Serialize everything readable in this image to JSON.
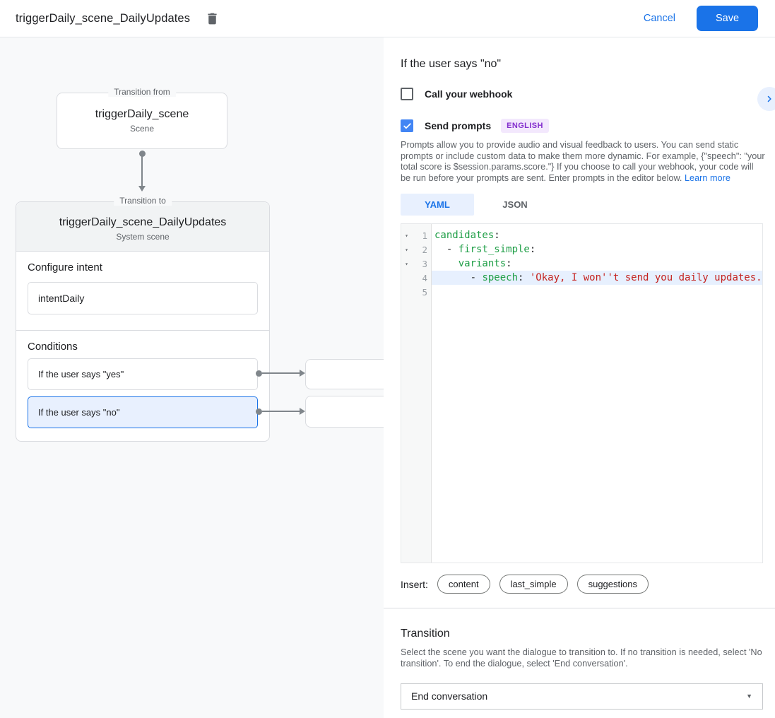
{
  "header": {
    "title": "triggerDaily_scene_DailyUpdates",
    "cancel_label": "Cancel",
    "save_label": "Save"
  },
  "diagram": {
    "from_box": {
      "legend": "Transition from",
      "title": "triggerDaily_scene",
      "subtitle": "Scene"
    },
    "to_card": {
      "legend": "Transition to",
      "title": "triggerDaily_scene_DailyUpdates",
      "subtitle": "System scene",
      "configure_intent_label": "Configure intent",
      "intent_value": "intentDaily",
      "conditions_label": "Conditions",
      "conditions": [
        {
          "label": "If the user says \"yes\"",
          "selected": false
        },
        {
          "label": "If the user says \"no\"",
          "selected": true
        }
      ]
    }
  },
  "panel": {
    "title": "If the user says \"no\"",
    "webhook_label": "Call your webhook",
    "send_prompts_label": "Send prompts",
    "language_badge": "ENGLISH",
    "description": "Prompts allow you to provide audio and visual feedback to users. You can send static prompts or include custom data to make them more dynamic. For example, {\"speech\": \"your total score is $session.params.score.\"} If you choose to call your webhook, your code will be run before your prompts are sent. Enter prompts in the editor below. ",
    "learn_more_label": "Learn more",
    "tabs": [
      {
        "label": "YAML",
        "active": true
      },
      {
        "label": "JSON",
        "active": false
      }
    ],
    "editor": {
      "lines": [
        {
          "num": 1,
          "fold": true,
          "highlight": false,
          "tokens": [
            {
              "t": "candidates",
              "c": "key"
            },
            {
              "t": ":",
              "c": "plain"
            }
          ]
        },
        {
          "num": 2,
          "fold": true,
          "highlight": false,
          "tokens": [
            {
              "t": "  - ",
              "c": "plain"
            },
            {
              "t": "first_simple",
              "c": "key"
            },
            {
              "t": ":",
              "c": "plain"
            }
          ]
        },
        {
          "num": 3,
          "fold": true,
          "highlight": false,
          "tokens": [
            {
              "t": "    ",
              "c": "plain"
            },
            {
              "t": "variants",
              "c": "key"
            },
            {
              "t": ":",
              "c": "plain"
            }
          ]
        },
        {
          "num": 4,
          "fold": false,
          "highlight": true,
          "tokens": [
            {
              "t": "      - ",
              "c": "plain"
            },
            {
              "t": "speech",
              "c": "key"
            },
            {
              "t": ": ",
              "c": "plain"
            },
            {
              "t": "'Okay, I won''t send you daily updates.'",
              "c": "string"
            }
          ]
        },
        {
          "num": 5,
          "fold": false,
          "highlight": false,
          "tokens": []
        }
      ]
    },
    "insert_label": "Insert:",
    "insert_chips": [
      "content",
      "last_simple",
      "suggestions"
    ],
    "transition": {
      "title": "Transition",
      "description": "Select the scene you want the dialogue to transition to. If no transition is needed, select 'No transition'. To end the dialogue, select 'End conversation'.",
      "dropdown_value": "End conversation"
    }
  },
  "colors": {
    "accent_blue": "#1a73e8",
    "checkbox_blue": "#4285f4",
    "selected_condition_bg": "#e8f0fe",
    "badge_bg": "#f3e8fd",
    "badge_text": "#8430ce",
    "code_key_green": "#1e9e46",
    "code_string_red": "#c5221f",
    "line_highlight": "#e7f0fe",
    "canvas_bg": "#f8f9fa"
  }
}
